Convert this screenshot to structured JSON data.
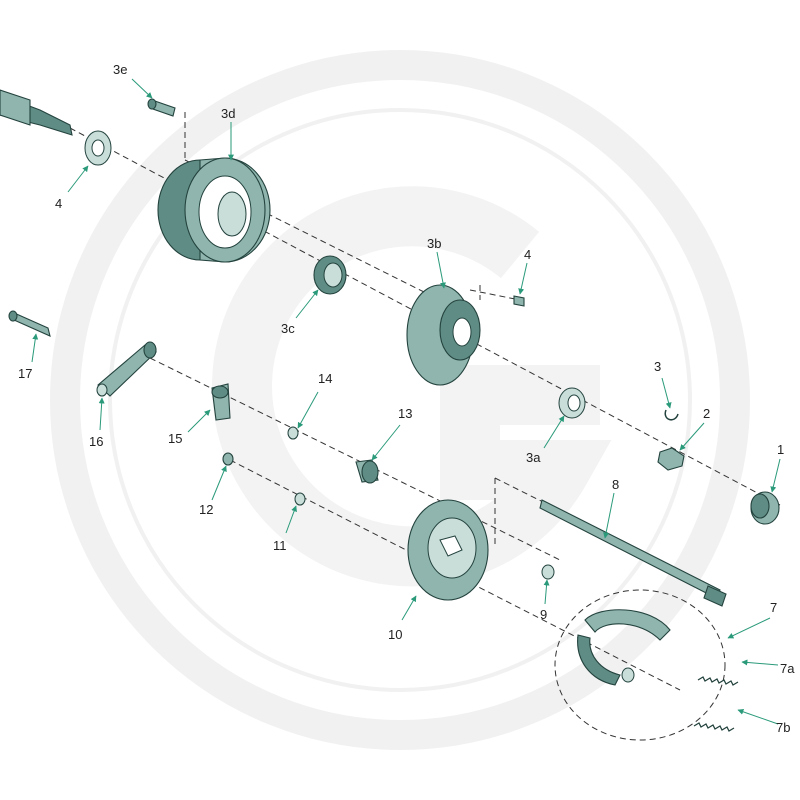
{
  "watermark": {
    "color": "#f1f1f1"
  },
  "colors": {
    "part": "#8fb5ae",
    "part_dark": "#5f8c85",
    "outline": "#24433e",
    "leader": "#2a9a7a"
  },
  "labels": {
    "l1": "1",
    "l2": "2",
    "l3": "3",
    "l3a": "3a",
    "l3b": "3b",
    "l3c": "3c",
    "l3d": "3d",
    "l3e": "3e",
    "l4_left": "4",
    "l4_right": "4",
    "l7": "7",
    "l7a": "7a",
    "l7b": "7b",
    "l8": "8",
    "l9": "9",
    "l10": "10",
    "l11": "11",
    "l12": "12",
    "l13": "13",
    "l14": "14",
    "l15": "15",
    "l16": "16",
    "l17": "17"
  }
}
